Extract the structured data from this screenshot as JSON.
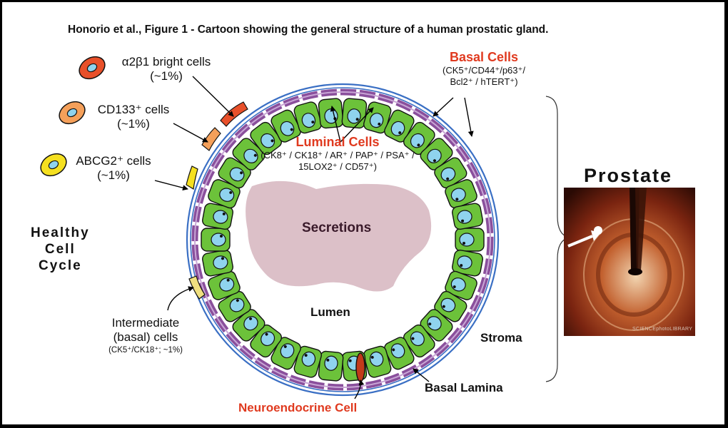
{
  "title": "Honorio et al., Figure 1 -  Cartoon showing the general structure of a human prostatic gland.",
  "cells": {
    "a2b1": {
      "line1": "α2β1 bright cells",
      "line2": "(~1%)",
      "color": "#e8502a"
    },
    "cd133": {
      "line1": "CD133⁺ cells",
      "line2": "(~1%)",
      "color": "#f5a05a"
    },
    "abcg2": {
      "line1": "ABCG2⁺ cells",
      "line2": "(~1%)",
      "color": "#f5e020"
    }
  },
  "healthy_cell_cycle": {
    "line1": "Healthy",
    "line2": "Cell",
    "line3": "Cycle"
  },
  "basal_cells": {
    "title": "Basal Cells",
    "markers_line1": "(CK5⁺/CD44⁺/p63⁺/",
    "markers_line2": "Bcl2⁺ / hTERT⁺)"
  },
  "luminal_cells": {
    "title": "Luminal Cells",
    "markers_line1": "(CK8⁺ / CK18⁺ / AR⁺ / PAP⁺ / PSA⁺ /",
    "markers_line2": "15LOX2⁺ / CD57⁺)"
  },
  "secretions": "Secretions",
  "lumen": "Lumen",
  "stroma": "Stroma",
  "basal_lamina": "Basal Lamina",
  "neuroendocrine": "Neuroendocrine Cell",
  "intermediate": {
    "line1": "Intermediate",
    "line2": "(basal) cells",
    "markers": "(CK5⁺/CK18⁺; ~1%)"
  },
  "prostate": {
    "title": "Prostate",
    "watermark": "SCIENCEphotoLIBRARY"
  },
  "colors": {
    "luminal_cell": "#6cc23a",
    "nucleus": "#8fd3ee",
    "basal_cell": "#8a4f9c",
    "basal_lamina": "#3a6fc4",
    "secretions": "#dcc0c8",
    "accent_red": "#e03a1f"
  }
}
